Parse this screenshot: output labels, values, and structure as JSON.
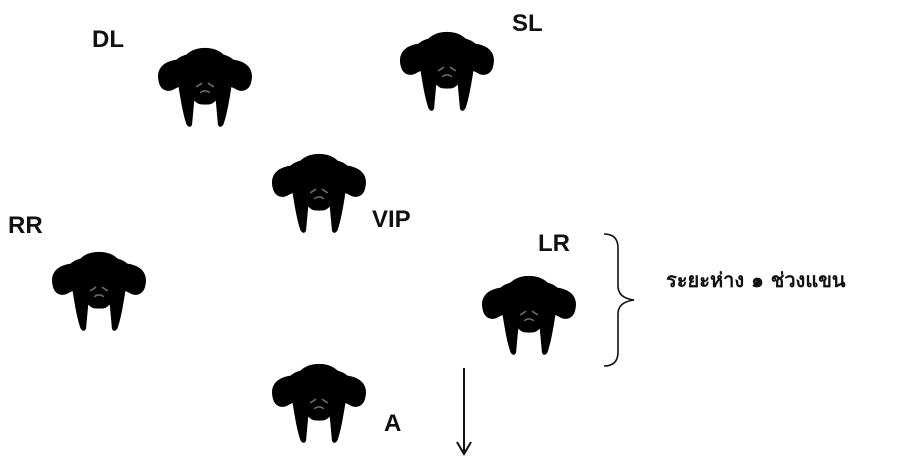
{
  "labels": {
    "dl": "DL",
    "sl": "SL",
    "vip": "VIP",
    "rr": "RR",
    "lr": "LR",
    "a": "A"
  },
  "note": "ระยะห่าง ๑ ช่วงแขน",
  "icons": {
    "person": "person-topdown-icon",
    "brace": "curly-brace-icon",
    "arrow": "down-arrow-icon"
  },
  "colors": {
    "figure": "#000000",
    "text": "#111111"
  }
}
